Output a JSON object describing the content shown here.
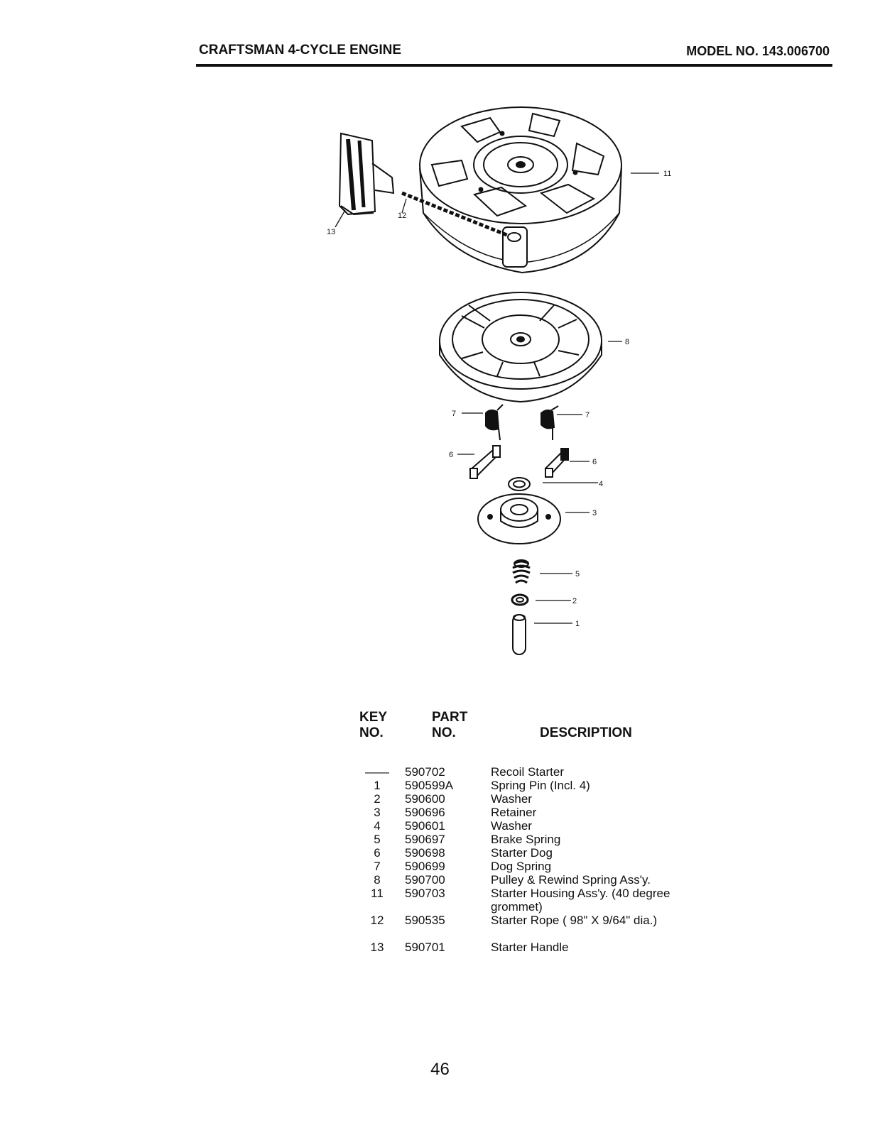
{
  "header": {
    "title": "CRAFTSMAN 4-CYCLE ENGINE",
    "model": "MODEL NO. 143.006700"
  },
  "callouts": [
    "11",
    "12",
    "13",
    "8",
    "7",
    "7",
    "6",
    "6",
    "4",
    "3",
    "5",
    "2",
    "1"
  ],
  "table": {
    "key_header_line1": "KEY",
    "key_header_line2": "NO.",
    "part_header_line1": "PART",
    "part_header_line2": "NO.",
    "description_header": "DESCRIPTION",
    "rows": [
      {
        "key": "——",
        "part": "590702",
        "description": "Recoil Starter"
      },
      {
        "key": "1",
        "part": "590599A",
        "description": "Spring Pin (Incl. 4)"
      },
      {
        "key": "2",
        "part": "590600",
        "description": "Washer"
      },
      {
        "key": "3",
        "part": "590696",
        "description": "Retainer"
      },
      {
        "key": "4",
        "part": "590601",
        "description": "Washer"
      },
      {
        "key": "5",
        "part": "590697",
        "description": "Brake Spring"
      },
      {
        "key": "6",
        "part": "590698",
        "description": "Starter Dog"
      },
      {
        "key": "7",
        "part": "590699",
        "description": "Dog Spring"
      },
      {
        "key": "8",
        "part": "590700",
        "description": "Pulley & Rewind Spring Ass'y."
      },
      {
        "key": "11",
        "part": "590703",
        "description": "Starter Housing Ass'y. (40 degree grommet)"
      },
      {
        "key": "12",
        "part": "590535",
        "description": "Starter Rope ( 98\" X 9/64\" dia.)"
      },
      {
        "key": "13",
        "part": "590701",
        "description": "Starter Handle"
      }
    ]
  },
  "page_number": "46"
}
